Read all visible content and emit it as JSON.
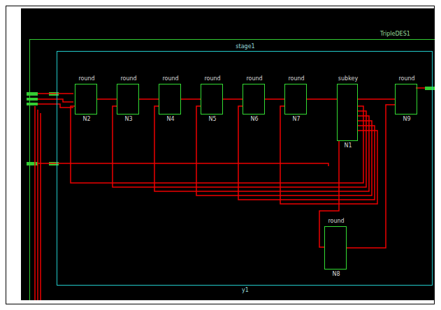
{
  "diagram": {
    "nodes": [
      {
        "text": [
          "TripleDES1"
        ]
      },
      {
        "text": [
          "stage1",
          "y1"
        ],
        "in": 0
      },
      {
        "text": [
          "round",
          "N2"
        ],
        "in": 1
      },
      {
        "text": [
          "round",
          "N3"
        ],
        "in": 1
      },
      {
        "text": [
          "round",
          "N4"
        ],
        "in": 1
      },
      {
        "text": [
          "round",
          "N5"
        ],
        "in": 1
      },
      {
        "text": [
          "round",
          "N6"
        ],
        "in": 1
      },
      {
        "text": [
          "round",
          "N7"
        ],
        "in": 1
      },
      {
        "text": [
          "subkey",
          "N1"
        ],
        "in": 1
      },
      {
        "text": [
          "round",
          "N9"
        ],
        "in": 1
      },
      {
        "text": [
          "round",
          "N8"
        ],
        "in": 1
      }
    ],
    "edges": [
      {
        "from": 2,
        "to": 3,
        "arrow": "none"
      },
      {
        "from": 3,
        "to": 4,
        "arrow": "none"
      },
      {
        "from": 4,
        "to": 5,
        "arrow": "none"
      },
      {
        "from": 5,
        "to": 6,
        "arrow": "none"
      },
      {
        "from": 6,
        "to": 7,
        "arrow": "none"
      },
      {
        "from": 7,
        "to": 8,
        "arrow": "none"
      },
      {
        "from": 8,
        "to": 9,
        "arrow": "none"
      },
      {
        "from": 8,
        "to": 10,
        "arrow": "none"
      },
      {
        "from": 10,
        "to": 9,
        "arrow": "none"
      },
      {
        "from": 8,
        "to": 2,
        "arrow": "none"
      },
      {
        "from": 8,
        "to": 3,
        "arrow": "none"
      },
      {
        "from": 8,
        "to": 4,
        "arrow": "none"
      },
      {
        "from": 8,
        "to": 5,
        "arrow": "none"
      },
      {
        "from": 8,
        "to": 6,
        "arrow": "none"
      },
      {
        "from": 8,
        "to": 7,
        "arrow": "none"
      }
    ]
  }
}
